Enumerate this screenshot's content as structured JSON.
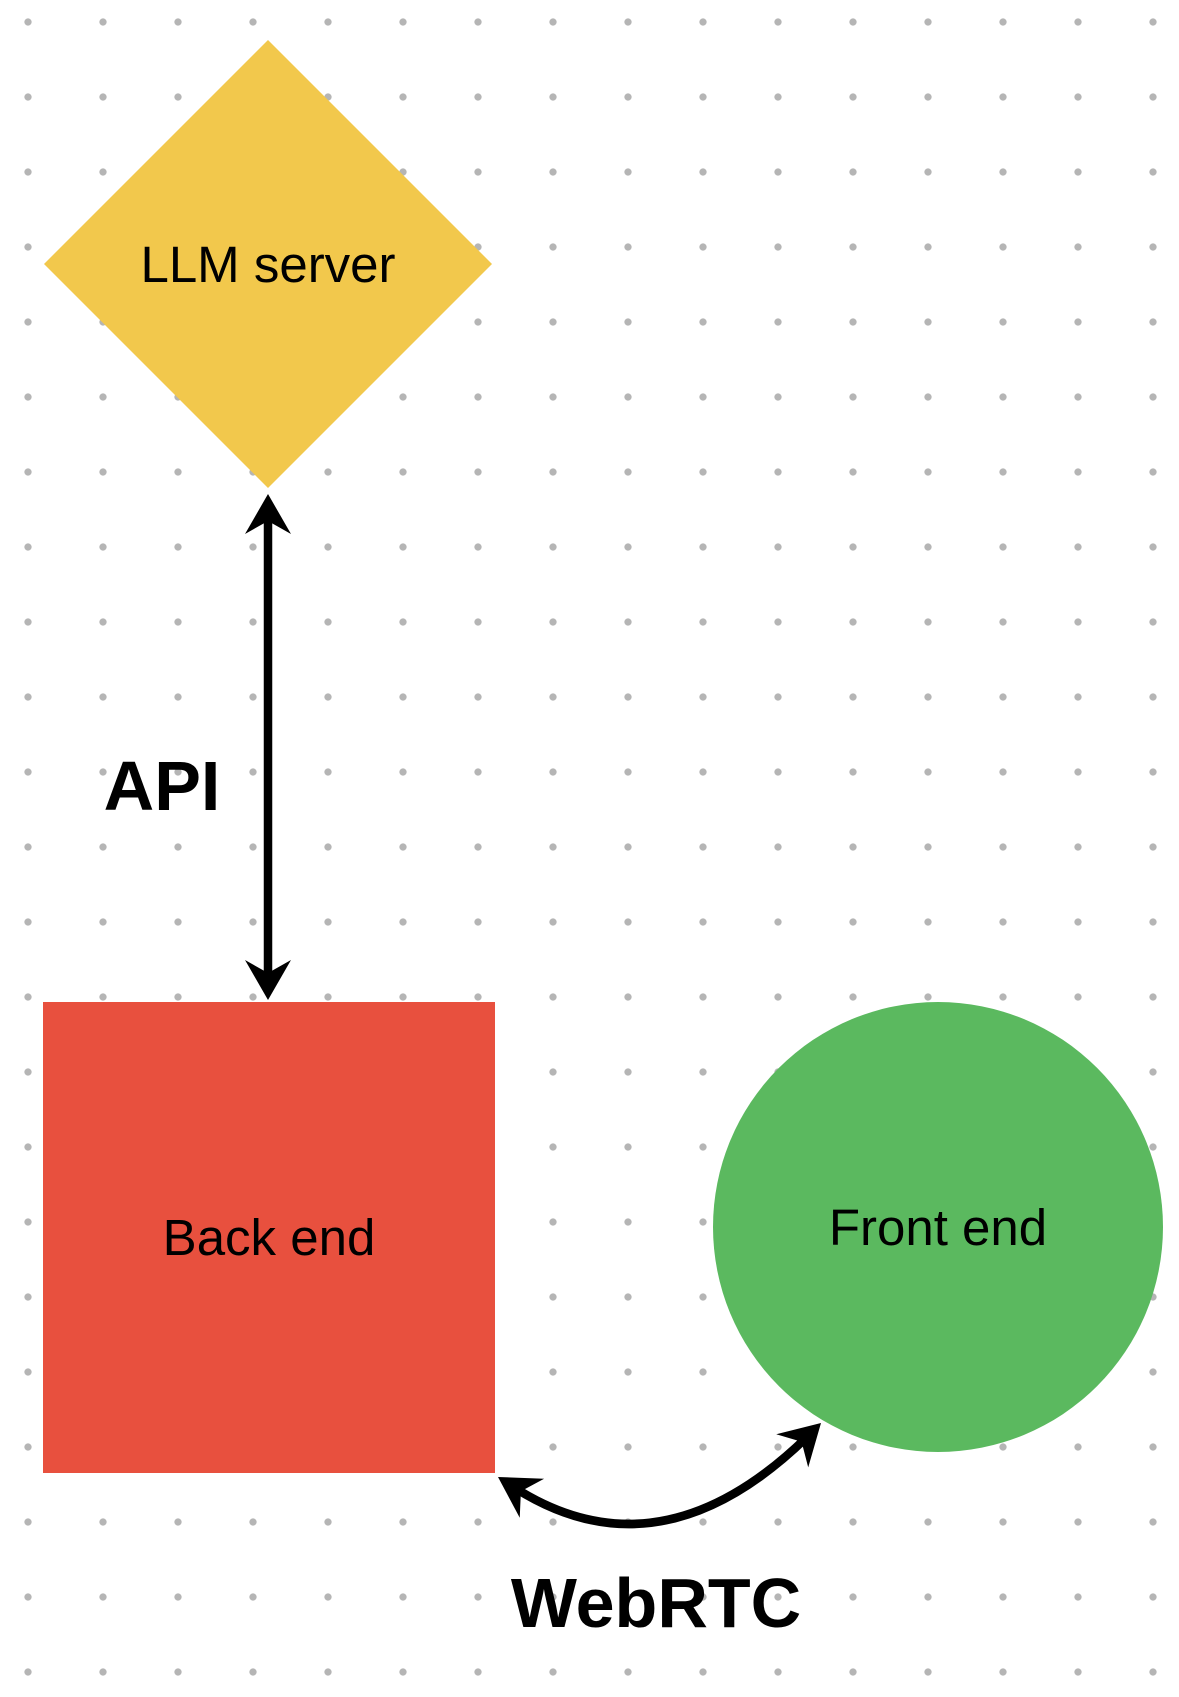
{
  "canvas": {
    "background_color": "#ffffff",
    "grid_dot_color": "#b5b5b5"
  },
  "nodes": [
    {
      "label": "LLM server",
      "shape": "diamond",
      "fill_color": "#f2c84c"
    },
    {
      "label": "Back end",
      "shape": "square",
      "fill_color": "#e8503e"
    },
    {
      "label": "Front end",
      "shape": "circle",
      "fill_color": "#5bb95f"
    }
  ],
  "connectors": [
    {
      "label": "API",
      "type": "straight-double-arrow",
      "color": "#000000",
      "from": "LLM server",
      "to": "Back end"
    },
    {
      "label": "WebRTC",
      "type": "curved-double-arrow",
      "color": "#000000",
      "from": "Back end",
      "to": "Front end"
    }
  ]
}
